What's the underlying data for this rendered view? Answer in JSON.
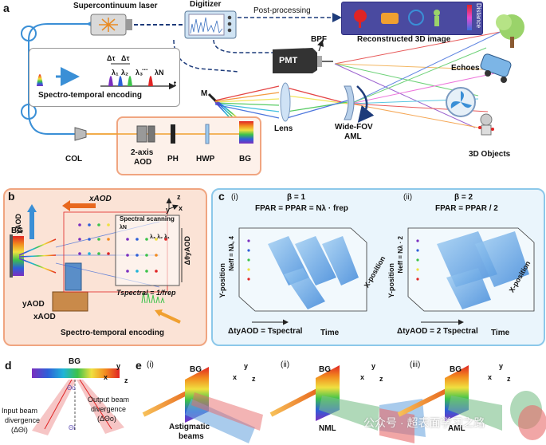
{
  "panel_a": {
    "letter": "a",
    "supercontinuum": "Supercontinuum laser",
    "digitizer": "Digitizer",
    "postprocessing": "Post-processing",
    "reconstructed": "Reconstructed 3D image",
    "distance": "Distance",
    "bpf": "BPF",
    "pmt": "PMT",
    "echoes": "Echoes",
    "mirror": "M",
    "lens": "Lens",
    "widefov": "Wide-FOV",
    "aml": "AML",
    "objects": "3D Objects",
    "encoding_caption": "Spectro-temporal encoding",
    "delta_tau_1": "Δτ",
    "delta_tau_2": "Δτ",
    "lambda_1": "λ₁",
    "lambda_2": "λ₂",
    "lambda_3": "λ₃",
    "lambda_n": "λN",
    "dots": "...",
    "t_axis": "t",
    "col": "COL",
    "aod_line1": "2-axis",
    "aod_line2": "AOD",
    "ph": "PH",
    "hwp": "HWP",
    "bg": "BG"
  },
  "panel_b": {
    "letter": "b",
    "xaod_arrow": "xAOD",
    "yaod_arrow": "yAOD",
    "spectral_scanning": "Spectral scanning",
    "lambda_n": "λN",
    "lambda_321": "λ₃ λ₂ λ₁",
    "delta_theta": "ΔθyAOD",
    "tspectral": "Tspectral = 1/frep",
    "bg": "BG",
    "yaod": "yAOD",
    "xaod": "xAOD",
    "caption": "Spectro-temporal encoding",
    "axis_x": "x",
    "axis_y": "y",
    "axis_z": "z"
  },
  "panel_c": {
    "letter": "c",
    "i_label": "(i)",
    "i_beta": "β = 1",
    "i_fpar": "FPAR = PPAR = Nλ · frep",
    "i_neff": "Neff = Nλ, 4",
    "i_ypos": "Y-position",
    "i_xpos": "X-position",
    "i_time": "Time",
    "i_dt": "ΔtyAOD = Tspectral",
    "ii_label": "(ii)",
    "ii_beta": "β = 2",
    "ii_fpar": "FPAR = PPAR / 2",
    "ii_neff": "Neff = Nλ · 2",
    "ii_ypos": "Y-position",
    "ii_xpos": "X-position",
    "ii_time": "Time",
    "ii_dt": "ΔtyAOD = 2 Tspectral"
  },
  "panel_d": {
    "letter": "d",
    "bg": "BG",
    "input_1": "Input beam",
    "input_2": "divergence",
    "input_3": "(ΔΘi)",
    "output_1": "Output beam",
    "output_2": "divergence",
    "output_3": "(ΔΘo)",
    "theta_o": "Θo",
    "theta_i": "Θi",
    "axis_x": "x",
    "axis_y": "y",
    "axis_z": "z"
  },
  "panel_e": {
    "letter": "e",
    "i_label": "(i)",
    "ii_label": "(ii)",
    "iii_label": "(iii)",
    "bg": "BG",
    "astig_1": "Astigmatic",
    "astig_2": "beams",
    "nml": "NML",
    "aml": "AML",
    "axis_x": "x",
    "axis_y": "y",
    "axis_z": "z"
  },
  "watermark": "公众号 · 超表面学习之路",
  "colors": {
    "fiber": "#3a8fd6",
    "panel_b_bg": "#fbe3d6",
    "panel_b_border": "#f0a580",
    "panel_c_bg": "#eaf5fc",
    "panel_c_border": "#8cc8ea",
    "recon_bg": "#4a4aa0"
  }
}
